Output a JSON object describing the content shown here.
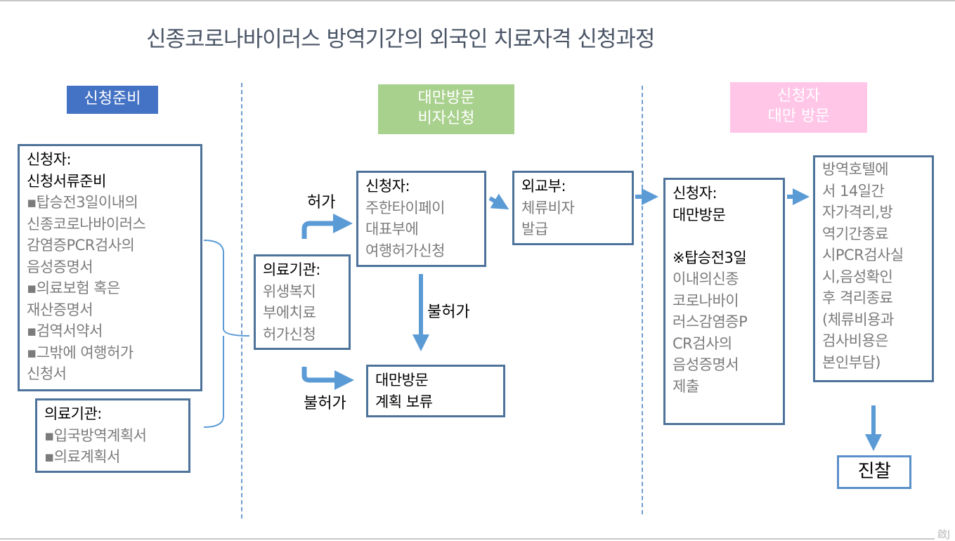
{
  "title": "신종코로나바이러스 방역기간의 외국인 치료자격 신청과정",
  "phases": [
    {
      "label_lines": [
        "신청준비"
      ],
      "color": "#4472c4"
    },
    {
      "label_lines": [
        "대만방문",
        "비자신청"
      ],
      "color": "#a9d18e"
    },
    {
      "label_lines": [
        "신청자",
        "대만 방문"
      ],
      "color": "#ffc6e8"
    }
  ],
  "boxes": {
    "applicant_docs": {
      "header": [
        "신청자:",
        "신청서류준비"
      ],
      "lines": [
        "▪탑승전3일이내의",
        "신종코로나바이러스",
        "감염증PCR검사의",
        "음성증명서",
        "▪의료보험 혹은",
        "재산증명서",
        "▪검역서약서",
        "▪그밖에 여행허가",
        "신청서"
      ]
    },
    "medical_docs": {
      "header": [
        "의료기관:"
      ],
      "lines": [
        "▪입국방역계획서",
        "▪의료계획서"
      ]
    },
    "medical_apply": {
      "header": [
        "의료기관:"
      ],
      "lines": [
        "위생복지",
        "부에치료",
        "허가신청"
      ]
    },
    "applicant_travel": {
      "header": [
        "신청자:"
      ],
      "lines": [
        "주한타이페이",
        "대표부에",
        "여행허가신청"
      ]
    },
    "mofa": {
      "header": [
        "외교부:"
      ],
      "lines": [
        "체류비자",
        "발급"
      ]
    },
    "hold": {
      "header": [
        "대만방문",
        "계획 보류"
      ],
      "lines": []
    },
    "applicant_visit": {
      "header": [
        "신청자:",
        "대만방문"
      ],
      "lines": [
        "",
        "※탑승전3일",
        "이내의신종",
        "코로나바이",
        "러스감염증P",
        "CR검사의",
        "음성증명서",
        "제출"
      ]
    },
    "quarantine": {
      "header": [],
      "lines": [
        "방역호텔에",
        "서 14일간",
        "자가격리,방",
        "역기간종료",
        "시PCR검사실",
        "시,음성확인",
        "후 격리종료",
        "(체류비용과",
        "검사비용은",
        "본인부담)"
      ]
    },
    "treatment": {
      "header": [
        "진찰"
      ],
      "lines": []
    }
  },
  "edge_labels": {
    "approve": "허가",
    "reject_down": "불허가",
    "reject_left": "불허가"
  },
  "watermark": "啟J",
  "colors": {
    "box_border": "#4e739b",
    "arrow": "#5b9bd5",
    "divider": "#6e9ccd"
  }
}
